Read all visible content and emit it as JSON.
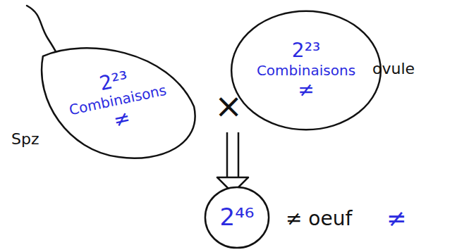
{
  "diagram": {
    "nodes": [
      {
        "text": [
          "2²³",
          "Combinaisons",
          "≠"
        ]
      },
      {
        "text": [
          "2²³",
          "Combinaisons",
          "≠"
        ]
      },
      {
        "text": [
          "2⁴⁶"
        ]
      }
    ],
    "labels": [
      "Spz",
      "×",
      "ovule",
      "≠ oeuf",
      "≠"
    ]
  }
}
